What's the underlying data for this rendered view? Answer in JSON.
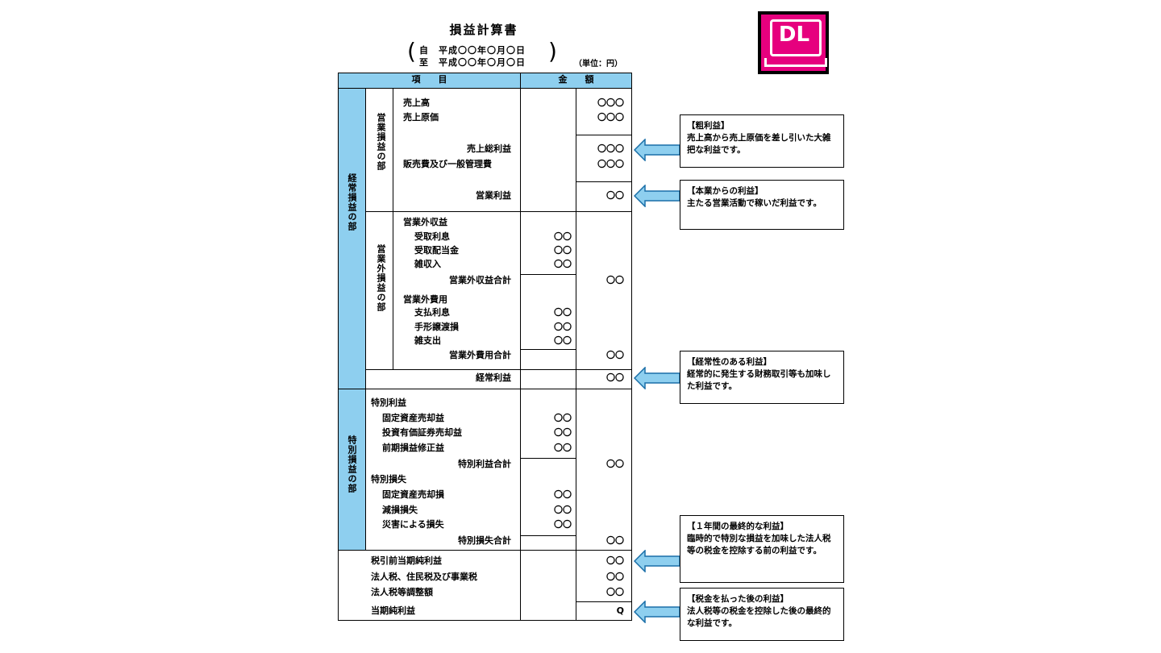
{
  "header": {
    "title": "損益計算書",
    "period_from": "自　平成〇〇年〇月〇日",
    "period_to": "至　平成〇〇年〇月〇日",
    "unit": "（単位：円）",
    "dl_badge": "DL"
  },
  "table": {
    "col_item": "項　　目",
    "col_amount": "金　　額",
    "sections": {
      "ordinary": "経常損益の部",
      "operating": "営業損益の部",
      "non_operating": "営業外損益の部",
      "special": "特別損益の部"
    },
    "operating": {
      "sales": "売上高",
      "sales_val": "〇〇〇",
      "cogs": "売上原価",
      "cogs_val": "〇〇〇",
      "gross_profit": "売上総利益",
      "gross_profit_val": "〇〇〇",
      "sga": "販売費及び一般管理費",
      "sga_val": "〇〇〇",
      "operating_income": "営業利益",
      "operating_income_val": "〇〇"
    },
    "non_operating": {
      "income_head": "営業外収益",
      "interest_received": "受取利息",
      "interest_received_val": "〇〇",
      "dividends": "受取配当金",
      "dividends_val": "〇〇",
      "misc_income": "雑収入",
      "misc_income_val": "〇〇",
      "income_total": "営業外収益合計",
      "income_total_val": "〇〇",
      "expense_head": "営業外費用",
      "interest_paid": "支払利息",
      "interest_paid_val": "〇〇",
      "bill_discount": "手形譲渡損",
      "bill_discount_val": "〇〇",
      "misc_expense": "雑支出",
      "misc_expense_val": "〇〇",
      "expense_total": "営業外費用合計",
      "expense_total_val": "〇〇"
    },
    "ordinary_income": "経常利益",
    "ordinary_income_val": "〇〇",
    "special": {
      "gain_head": "特別利益",
      "fixed_asset_gain": "固定資産売却益",
      "fixed_asset_gain_val": "〇〇",
      "securities_gain": "投資有価証券売却益",
      "securities_gain_val": "〇〇",
      "prior_adj": "前期損益修正益",
      "prior_adj_val": "〇〇",
      "gain_total": "特別利益合計",
      "gain_total_val": "〇〇",
      "loss_head": "特別損失",
      "fixed_asset_loss": "固定資産売却損",
      "fixed_asset_loss_val": "〇〇",
      "impairment": "減損損失",
      "impairment_val": "〇〇",
      "disaster_loss": "災害による損失",
      "disaster_loss_val": "〇〇",
      "loss_total": "特別損失合計",
      "loss_total_val": "〇〇"
    },
    "bottom": {
      "pretax": "税引前当期純利益",
      "pretax_val": "〇〇",
      "taxes": "法人税、住民税及び事業税",
      "taxes_val": "〇〇",
      "tax_adj": "法人税等調整額",
      "tax_adj_val": "〇〇",
      "net_income": "当期純利益",
      "net_income_val": "Q"
    }
  },
  "notes": [
    {
      "title": "【粗利益】",
      "body": "売上高から売上原価を差し引いた大雑把な利益です。"
    },
    {
      "title": "【本業からの利益】",
      "body": "主たる営業活動で稼いだ利益です。"
    },
    {
      "title": "【経常性のある利益】",
      "body": "経常的に発生する財務取引等も加味した利益です。"
    },
    {
      "title": "【１年間の最終的な利益】",
      "body": "臨時的で特別な損益を加味した法人税等の税金を控除する前の利益です。"
    },
    {
      "title": "【税金を払った後の利益】",
      "body": "法人税等の税金を控除した後の最終的な利益です。"
    }
  ],
  "colors": {
    "header_fill": "#8ecfef",
    "dl_brand": "#e6007e",
    "arrow_fill": "#8ecfef"
  }
}
